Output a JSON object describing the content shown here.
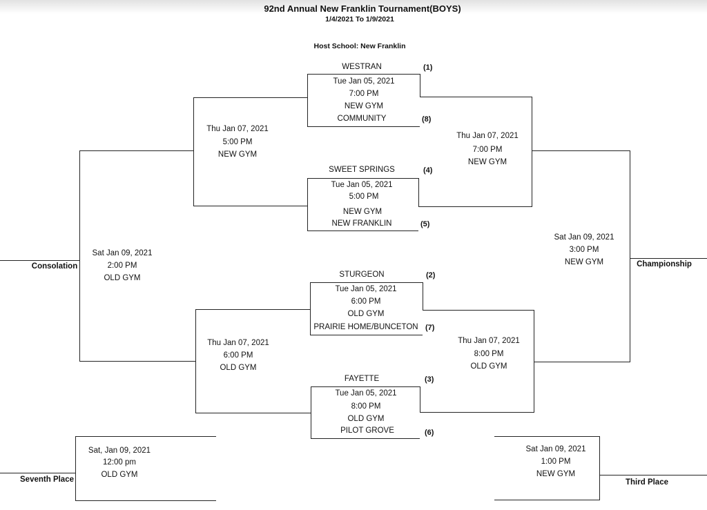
{
  "header": {
    "title": "92nd Annual New Franklin Tournament(BOYS)",
    "dates": "1/4/2021 To 1/9/2021",
    "host": "Host School:  New Franklin"
  },
  "teams": {
    "westran": {
      "name": "WESTRAN",
      "seed": "(1)"
    },
    "community": {
      "name": "COMMUNITY",
      "seed": "(8)"
    },
    "sweet_springs": {
      "name": "SWEET SPRINGS",
      "seed": "(4)"
    },
    "new_franklin": {
      "name": "NEW FRANKLIN",
      "seed": "(5)"
    },
    "sturgeon": {
      "name": "STURGEON",
      "seed": "(2)"
    },
    "prairie_home": {
      "name": "PRAIRIE HOME/BUNCETON",
      "seed": "(7)"
    },
    "fayette": {
      "name": "FAYETTE",
      "seed": "(3)"
    },
    "pilot_grove": {
      "name": "PILOT GROVE",
      "seed": "(6)"
    }
  },
  "games": {
    "g1": {
      "date": "Tue Jan 05, 2021",
      "time": "7:00 PM",
      "site": "NEW GYM"
    },
    "g2": {
      "date": "Tue Jan 05, 2021",
      "time": "5:00 PM",
      "site": "NEW GYM"
    },
    "g3": {
      "date": "Tue Jan 05, 2021",
      "time": "6:00 PM",
      "site": "OLD GYM"
    },
    "g4": {
      "date": "Tue Jan 05, 2021",
      "time": "8:00 PM",
      "site": "OLD GYM"
    },
    "cons_semi_top": {
      "date": "Thu Jan 07, 2021",
      "time": "5:00 PM",
      "site": "NEW GYM"
    },
    "cons_semi_bot": {
      "date": "Thu Jan 07, 2021",
      "time": "6:00 PM",
      "site": "OLD GYM"
    },
    "semi_top": {
      "date": "Thu Jan 07, 2021",
      "time": "7:00 PM",
      "site": "NEW GYM"
    },
    "semi_bot": {
      "date": "Thu Jan 07, 2021",
      "time": "8:00 PM",
      "site": "OLD GYM"
    },
    "consolation": {
      "date": "Sat Jan 09, 2021",
      "time": "2:00 PM",
      "site": "OLD GYM",
      "label": "Consolation"
    },
    "championship": {
      "date": "Sat Jan 09, 2021",
      "time": "3:00 PM",
      "site": "NEW GYM",
      "label": "Championship"
    },
    "seventh": {
      "date": "Sat, Jan 09, 2021",
      "time": "12:00 pm",
      "site": "OLD GYM",
      "label": "Seventh Place"
    },
    "third": {
      "date": "Sat Jan 09, 2021",
      "time": "1:00 PM",
      "site": "NEW GYM",
      "label": "Third Place"
    }
  }
}
